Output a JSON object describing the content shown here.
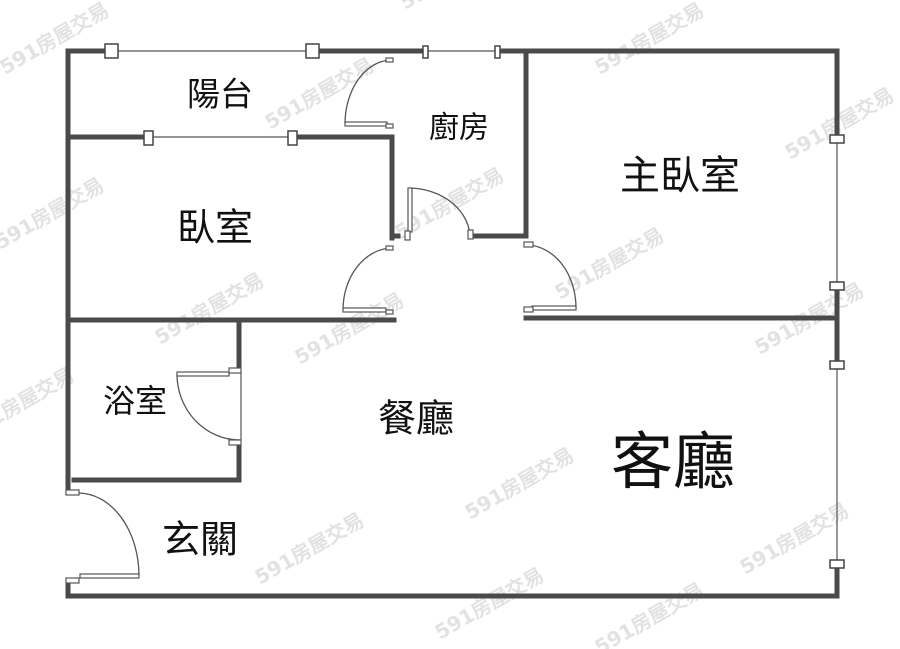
{
  "plan": {
    "rooms": {
      "balcony": "陽台",
      "kitchen": "廚房",
      "master_bedroom": "主臥室",
      "bedroom": "臥室",
      "bathroom": "浴室",
      "dining": "餐廳",
      "living": "客廳",
      "entrance": "玄關"
    },
    "watermark": "591房屋交易",
    "wall_color": "#4a4a4a"
  }
}
